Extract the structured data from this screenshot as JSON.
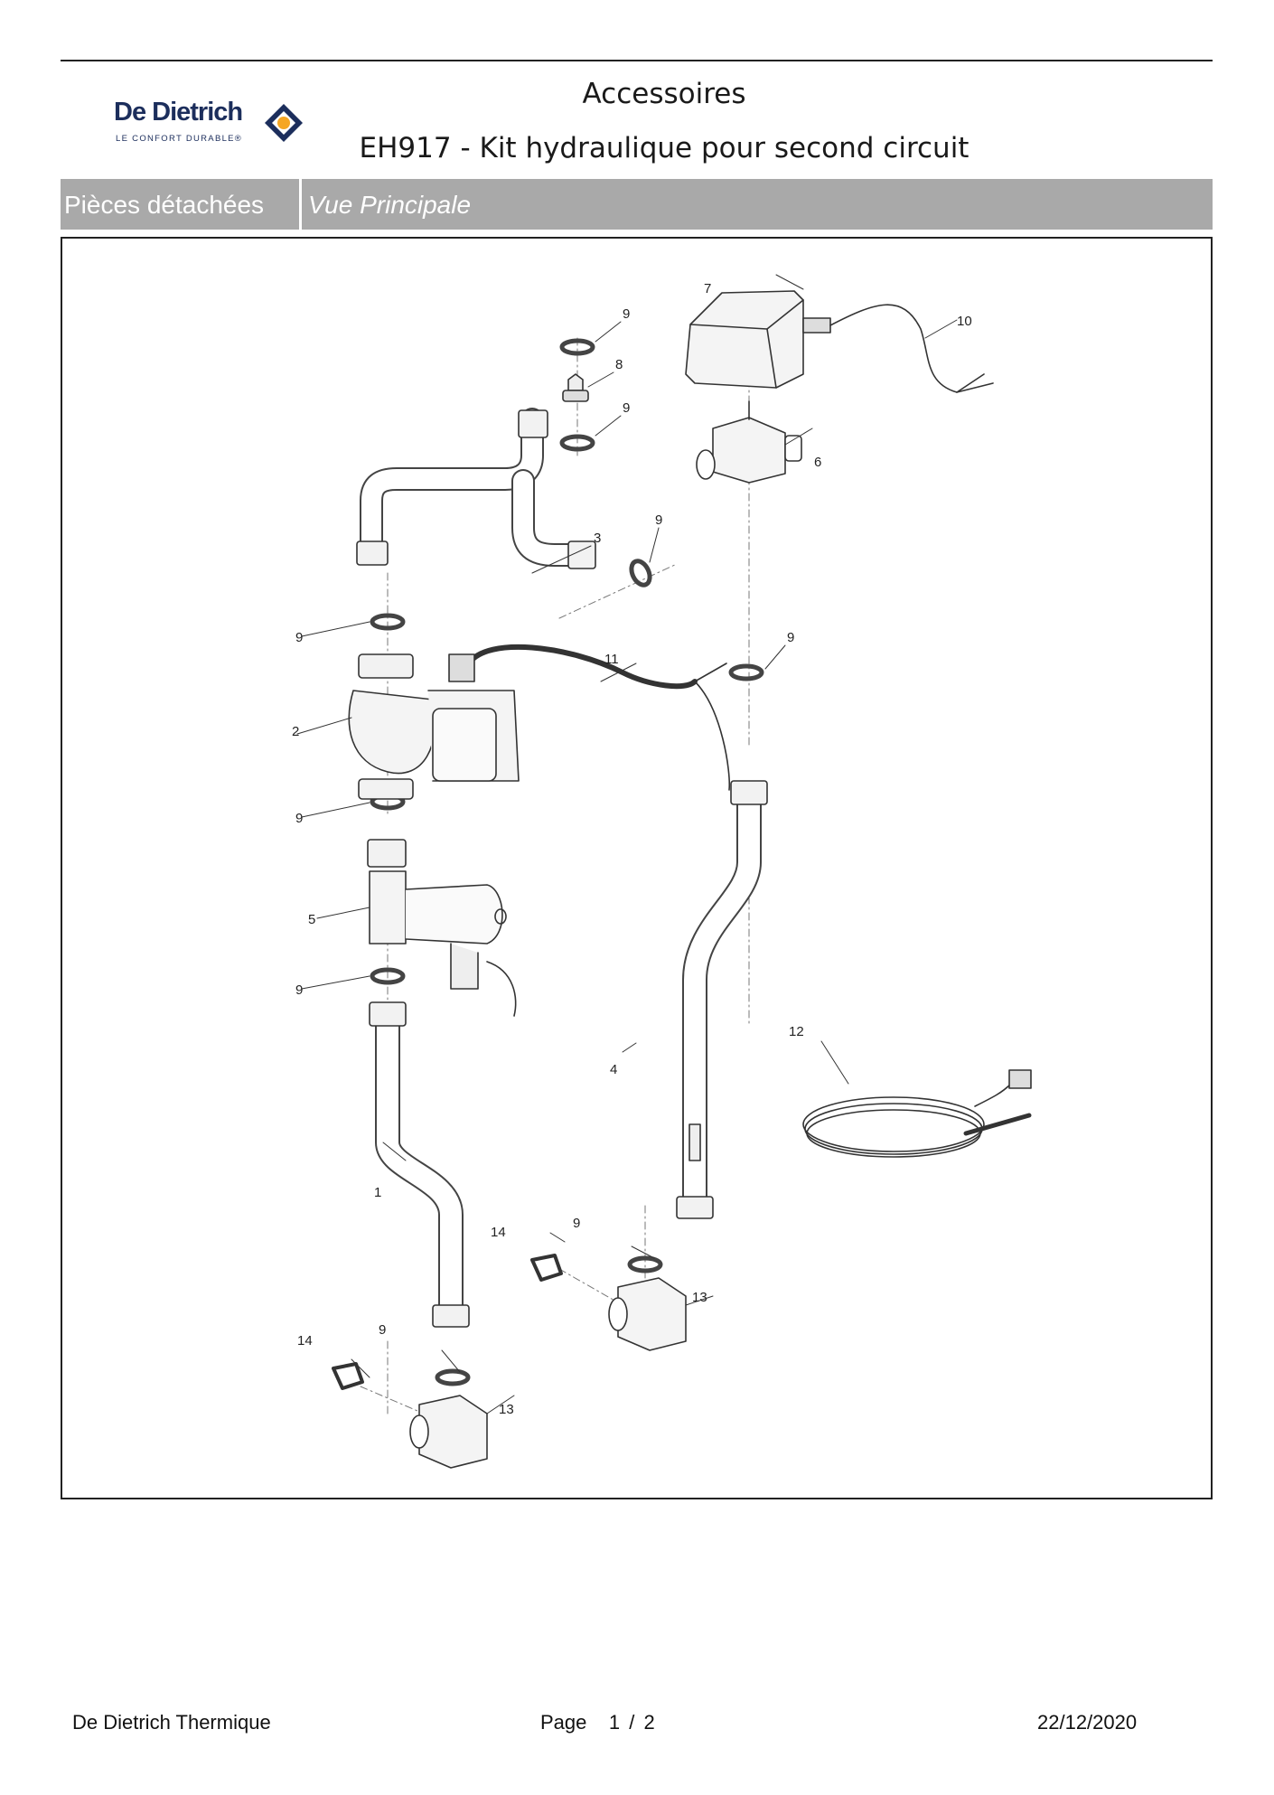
{
  "header": {
    "logo_text": "De Dietrich",
    "logo_tagline": "LE CONFORT DURABLE®",
    "title": "Accessoires",
    "subtitle": "EH917 - Kit hydraulique pour second circuit"
  },
  "section": {
    "left_label": "Pièces détachées",
    "right_label": "Vue Principale"
  },
  "diagram": {
    "callouts": [
      "9",
      "8",
      "9",
      "7",
      "10",
      "6",
      "3",
      "9",
      "9",
      "11",
      "9",
      "2",
      "9",
      "5",
      "9",
      "12",
      "4",
      "1",
      "14",
      "9",
      "13",
      "14",
      "9",
      "13"
    ]
  },
  "footer": {
    "company": "De Dietrich Thermique",
    "page_label": "Page",
    "page_current": "1",
    "page_sep": "/",
    "page_total": "2",
    "date": "22/12/2020"
  },
  "colors": {
    "section_bar": "#a9a9a9",
    "brand_navy": "#1c2e5c",
    "brand_orange": "#f5a623"
  }
}
